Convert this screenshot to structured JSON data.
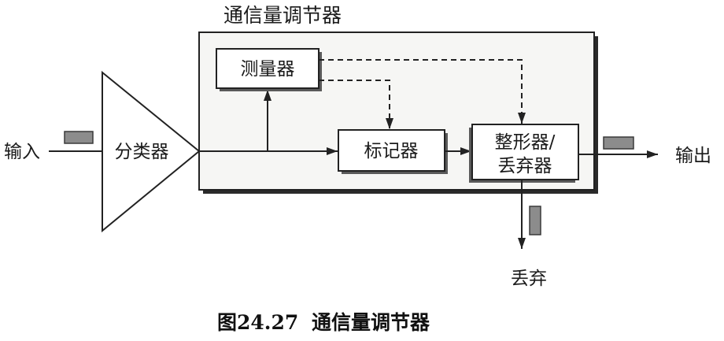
{
  "title": "通信量调节器",
  "blocks": {
    "classifier": "分类器",
    "meter": "测量器",
    "marker": "标记器",
    "shaper_line1": "整形器/",
    "shaper_line2": "丢弃器"
  },
  "labels": {
    "input": "输入",
    "output": "输出",
    "drop": "丢弃"
  },
  "caption": {
    "number": "图24.27",
    "text": "通信量调节器"
  },
  "colors": {
    "packet": "#8c8c8c",
    "line": "#222222"
  }
}
